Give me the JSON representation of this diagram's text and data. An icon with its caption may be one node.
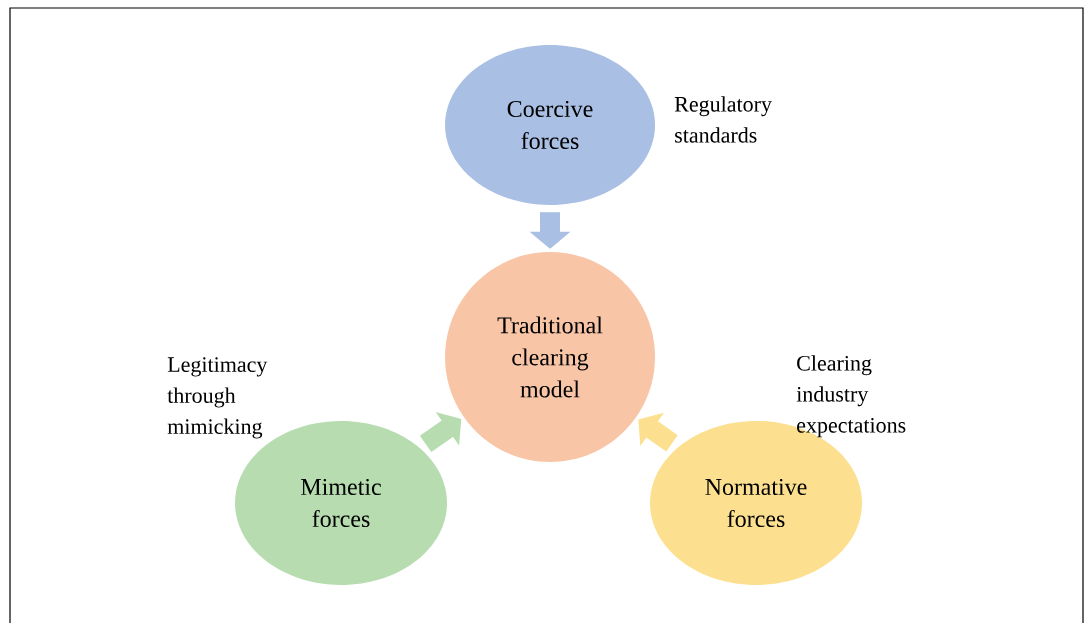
{
  "diagram": {
    "nodes": [
      {
        "text": [
          "Coercive forces"
        ],
        "beside": [
          "Regulatory standards"
        ]
      },
      {
        "text": [
          "Traditional clearing model"
        ]
      },
      {
        "text": [
          "Mimetic forces"
        ],
        "beside": [
          "Legitimacy through mimicking"
        ]
      },
      {
        "text": [
          "Normative forces"
        ],
        "beside": [
          "Clearing industry expectations"
        ]
      }
    ],
    "edges": [
      {
        "from": 0,
        "to": 1,
        "arrow": "to",
        "color": "#a9bfe3"
      },
      {
        "from": 2,
        "to": 1,
        "arrow": "to",
        "color": "#b7dcb0"
      },
      {
        "from": 3,
        "to": 1,
        "arrow": "to",
        "color": "#fde08f"
      }
    ]
  }
}
